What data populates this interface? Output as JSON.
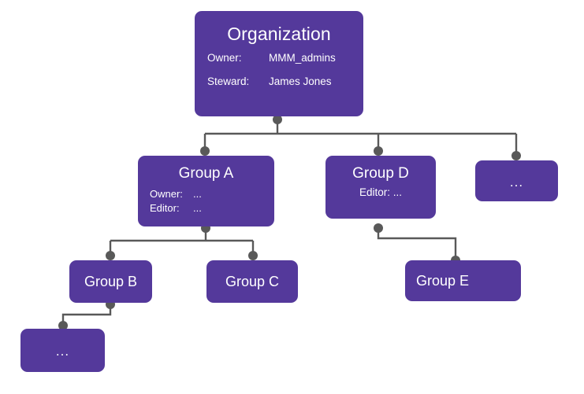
{
  "diagram": {
    "title_node": {
      "title": "Organization",
      "rows": [
        {
          "label": "Owner:",
          "value": "MMM_admins"
        },
        {
          "label": "Steward:",
          "value": "James Jones"
        }
      ]
    },
    "group_a": {
      "title": "Group A",
      "rows": [
        {
          "label": "Owner:",
          "value": "..."
        },
        {
          "label": "Editor:",
          "value": "..."
        }
      ]
    },
    "group_d": {
      "title": "Group D",
      "detail": "Editor: ..."
    },
    "ellipsis_top_right": {
      "text": "..."
    },
    "group_b": {
      "title": "Group B"
    },
    "group_c": {
      "title": "Group C"
    },
    "group_e": {
      "title": "Group E"
    },
    "ellipsis_bottom_left": {
      "text": "..."
    }
  },
  "colors": {
    "node_fill": "#54399B",
    "connector": "#595959",
    "text": "#ffffff",
    "background": "#ffffff"
  }
}
